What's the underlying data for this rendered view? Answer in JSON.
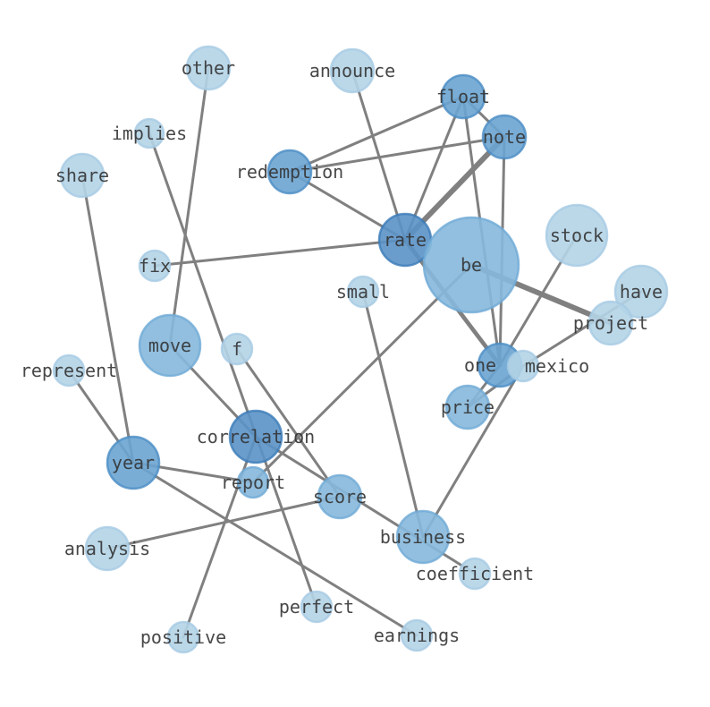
{
  "colors": {
    "edge": "#808080",
    "label": "#333333",
    "level1": "#b4d4e7",
    "level2": "#86b8dc",
    "level3": "#6aa4d2",
    "level4": "#5a92c6"
  },
  "nodes": [
    {
      "id": "other",
      "label": "other",
      "level": 1
    },
    {
      "id": "announce",
      "label": "announce",
      "level": 1
    },
    {
      "id": "float",
      "label": "float",
      "level": 3
    },
    {
      "id": "note",
      "label": "note",
      "level": 3
    },
    {
      "id": "implies",
      "label": "implies",
      "level": 1
    },
    {
      "id": "redemption",
      "label": "redemption",
      "level": 3
    },
    {
      "id": "share",
      "label": "share",
      "level": 1
    },
    {
      "id": "rate",
      "label": "rate",
      "level": 4
    },
    {
      "id": "be",
      "label": "be",
      "level": 2
    },
    {
      "id": "stock",
      "label": "stock",
      "level": 1
    },
    {
      "id": "have",
      "label": "have",
      "level": 1
    },
    {
      "id": "project",
      "label": "project",
      "level": 1
    },
    {
      "id": "fix",
      "label": "fix",
      "level": 1
    },
    {
      "id": "small",
      "label": "small",
      "level": 1
    },
    {
      "id": "move",
      "label": "move",
      "level": 2
    },
    {
      "id": "f",
      "label": "f",
      "level": 1
    },
    {
      "id": "represent",
      "label": "represent",
      "level": 1
    },
    {
      "id": "one",
      "label": "one",
      "level": 3
    },
    {
      "id": "mexico",
      "label": "mexico",
      "level": 1
    },
    {
      "id": "price",
      "label": "price",
      "level": 2
    },
    {
      "id": "correlation",
      "label": "correlation",
      "level": 4
    },
    {
      "id": "year",
      "label": "year",
      "level": 3
    },
    {
      "id": "report",
      "label": "report",
      "level": 2
    },
    {
      "id": "score",
      "label": "score",
      "level": 2
    },
    {
      "id": "analysis",
      "label": "analysis",
      "level": 1
    },
    {
      "id": "business",
      "label": "business",
      "level": 2
    },
    {
      "id": "coefficient",
      "label": "coefficient",
      "level": 1
    },
    {
      "id": "perfect",
      "label": "perfect",
      "level": 1
    },
    {
      "id": "positive",
      "label": "positive",
      "level": 1
    },
    {
      "id": "earnings",
      "label": "earnings",
      "level": 1
    }
  ],
  "edges": [
    {
      "source": "other",
      "target": "move",
      "weight": 1
    },
    {
      "source": "announce",
      "target": "rate",
      "weight": 1
    },
    {
      "source": "float",
      "target": "redemption",
      "weight": 1
    },
    {
      "source": "float",
      "target": "rate",
      "weight": 1
    },
    {
      "source": "float",
      "target": "note",
      "weight": 1
    },
    {
      "source": "float",
      "target": "one",
      "weight": 1
    },
    {
      "source": "note",
      "target": "redemption",
      "weight": 1
    },
    {
      "source": "note",
      "target": "rate",
      "weight": 2
    },
    {
      "source": "note",
      "target": "one",
      "weight": 1
    },
    {
      "source": "implies",
      "target": "perfect",
      "weight": 1
    },
    {
      "source": "redemption",
      "target": "rate",
      "weight": 1
    },
    {
      "source": "share",
      "target": "year",
      "weight": 1
    },
    {
      "source": "rate",
      "target": "fix",
      "weight": 1
    },
    {
      "source": "rate",
      "target": "one",
      "weight": 1.5
    },
    {
      "source": "be",
      "target": "project",
      "weight": 2
    },
    {
      "source": "be",
      "target": "report",
      "weight": 1
    },
    {
      "source": "stock",
      "target": "one",
      "weight": 1
    },
    {
      "source": "have",
      "target": "mexico",
      "weight": 1
    },
    {
      "source": "small",
      "target": "business",
      "weight": 1
    },
    {
      "source": "move",
      "target": "correlation",
      "weight": 1
    },
    {
      "source": "f",
      "target": "score",
      "weight": 1
    },
    {
      "source": "represent",
      "target": "year",
      "weight": 1
    },
    {
      "source": "year",
      "target": "report",
      "weight": 1
    },
    {
      "source": "year",
      "target": "earnings",
      "weight": 1
    },
    {
      "source": "score",
      "target": "analysis",
      "weight": 1
    },
    {
      "source": "mexico",
      "target": "business",
      "weight": 1
    },
    {
      "source": "one",
      "target": "price",
      "weight": 1
    },
    {
      "source": "mexico",
      "target": "price",
      "weight": 1
    },
    {
      "source": "correlation",
      "target": "coefficient",
      "weight": 1
    },
    {
      "source": "correlation",
      "target": "positive",
      "weight": 1
    }
  ]
}
